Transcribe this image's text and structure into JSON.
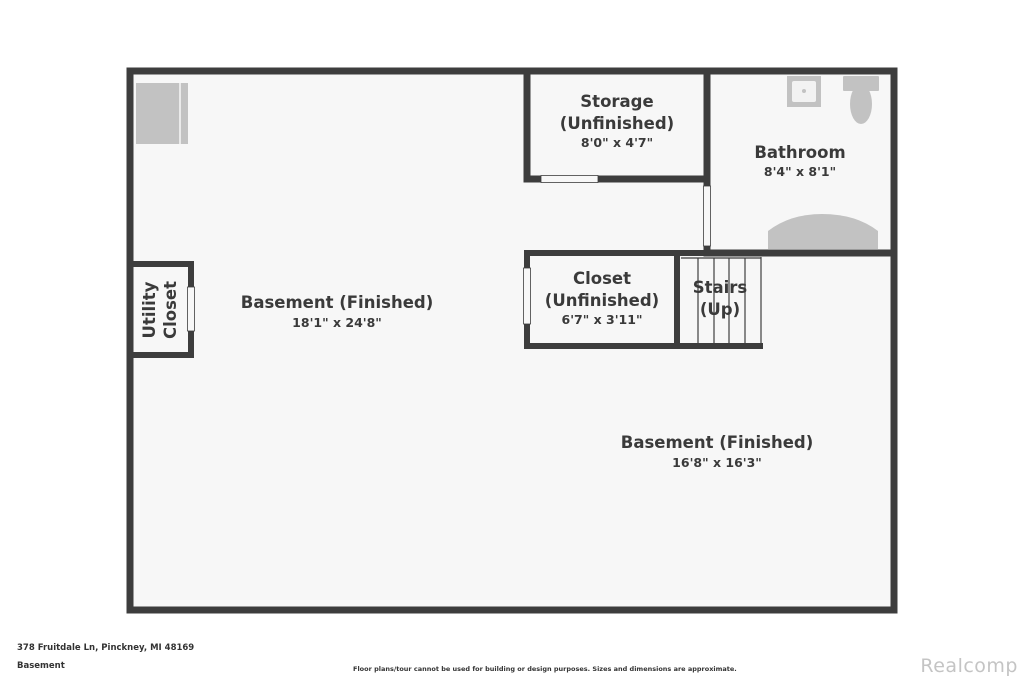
{
  "rooms": {
    "main_basement": {
      "name": "Basement (Finished)",
      "dims": "18'1\" x 24'8\""
    },
    "storage": {
      "name_line1": "Storage",
      "name_line2": "(Unfinished)",
      "dims": "8'0\" x 4'7\""
    },
    "bathroom": {
      "name": "Bathroom",
      "dims": "8'4\" x 8'1\""
    },
    "utility": {
      "name_line1": "Utility",
      "name_line2": "Closet"
    },
    "closet": {
      "name_line1": "Closet",
      "name_line2": "(Unfinished)",
      "dims": "6'7\" x 3'11\""
    },
    "stairs": {
      "name_line1": "Stairs",
      "name_line2": "(Up)"
    },
    "lower_basement": {
      "name": "Basement (Finished)",
      "dims": "16'8\" x 16'3\""
    }
  },
  "footer": {
    "address": "378 Fruitdale Ln, Pinckney, MI 48169",
    "level": "Basement",
    "disclaimer": "Floor plans/tour cannot be used for building or design purposes. Sizes and dimensions are approximate.",
    "brand": "Realcomp"
  },
  "colors": {
    "wall": "#3d3d3d",
    "floor": "#f7f7f7",
    "fixture": "#c2c2c2"
  }
}
